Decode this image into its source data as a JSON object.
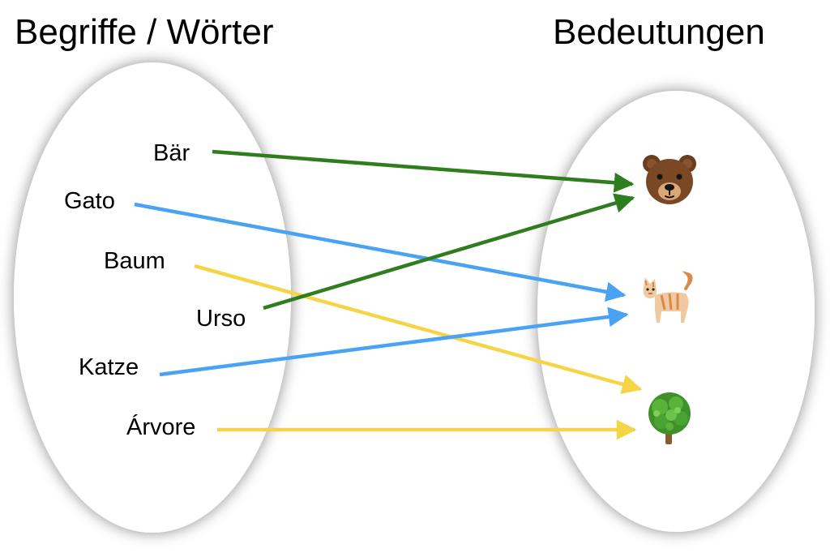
{
  "headings": {
    "left": "Begriffe / Wörter",
    "right": "Bedeutungen"
  },
  "words": {
    "baer": "Bär",
    "gato": "Gato",
    "baum": "Baum",
    "urso": "Urso",
    "katze": "Katze",
    "arvore": "Árvore"
  },
  "meanings": {
    "bear": "bear-icon",
    "cat": "cat-icon",
    "tree": "tree-icon"
  },
  "mapping": [
    {
      "word": "Bär",
      "meaning": "bear-icon",
      "color": "#2e7d1e"
    },
    {
      "word": "Urso",
      "meaning": "bear-icon",
      "color": "#2e7d1e"
    },
    {
      "word": "Gato",
      "meaning": "cat-icon",
      "color": "#4aa3f2"
    },
    {
      "word": "Katze",
      "meaning": "cat-icon",
      "color": "#4aa3f2"
    },
    {
      "word": "Baum",
      "meaning": "tree-icon",
      "color": "#f5d547"
    },
    {
      "word": "Árvore",
      "meaning": "tree-icon",
      "color": "#f5d547"
    }
  ],
  "colors": {
    "green_arrow": "#2e7d1e",
    "blue_arrow": "#4aa3f2",
    "yellow_arrow": "#f5d547"
  }
}
